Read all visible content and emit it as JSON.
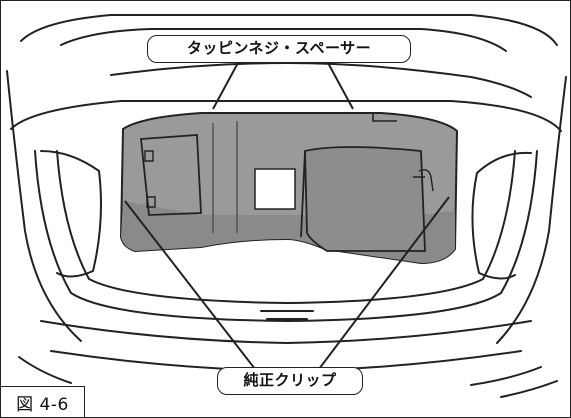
{
  "callouts": {
    "top": "タッピンネジ・スペーサー",
    "bottom": "純正クリップ"
  },
  "figure_label": "図 4-6",
  "colors": {
    "line": "#222222",
    "panel_fill": "#9a9a9a",
    "panel_shade": "#7e7e7e",
    "background": "#ffffff"
  }
}
